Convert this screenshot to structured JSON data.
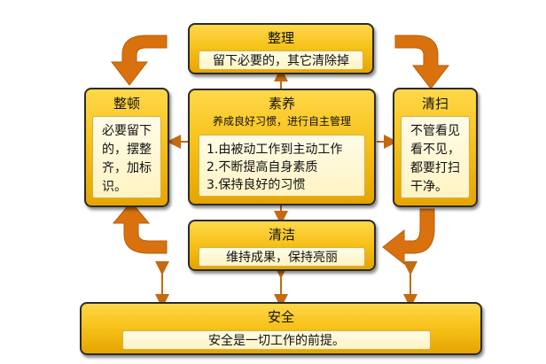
{
  "nodes": {
    "top": {
      "title": "整理",
      "text": "留下必要的，其它清除掉"
    },
    "left": {
      "title": "整顿",
      "lines": [
        "必要留下",
        "的，摆整",
        "齐，加标",
        "识。"
      ]
    },
    "center": {
      "title": "素养",
      "subtitle": "养成良好习惯，进行自主管理",
      "items": [
        "1.由被动工作到主动工作",
        "2.不断提高自身素质",
        "3.保持良好的习惯"
      ]
    },
    "right": {
      "title": "清扫",
      "lines": [
        "不管看见",
        "看不见，",
        "都要打扫",
        "干净。"
      ]
    },
    "middle_bottom": {
      "title": "清洁",
      "text": "维持成果，保持亮丽"
    },
    "bottom": {
      "title": "安全",
      "text": "安全是一切工作的前提。"
    }
  },
  "colors": {
    "box_fill": "#f7c21b",
    "arrow": "#d9720e",
    "connector": "#c46a10"
  }
}
